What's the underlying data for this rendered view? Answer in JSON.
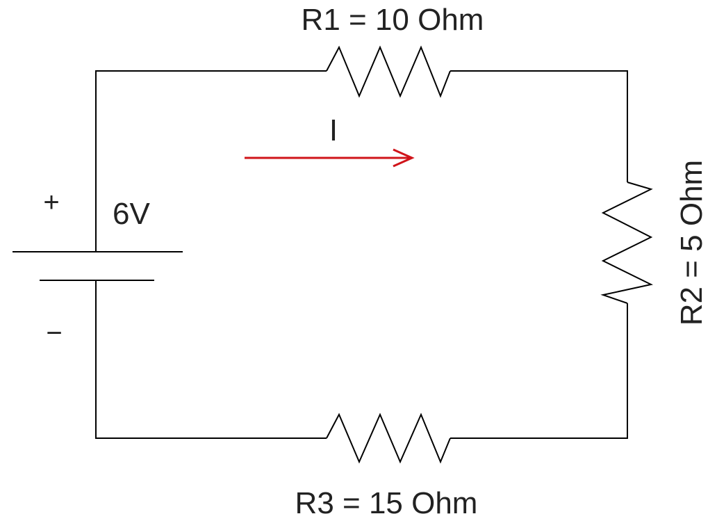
{
  "colors": {
    "wire": "#000000",
    "text": "#222222",
    "current_arrow": "#d0141a"
  },
  "battery": {
    "voltage_label": "6V",
    "plus_symbol": "+",
    "minus_symbol": "−"
  },
  "resistors": {
    "r1_label": "R1 = 10 Ohm",
    "r2_label": "R2 = 5 Ohm",
    "r3_label": "R3 = 15 Ohm"
  },
  "current": {
    "label": "I"
  }
}
